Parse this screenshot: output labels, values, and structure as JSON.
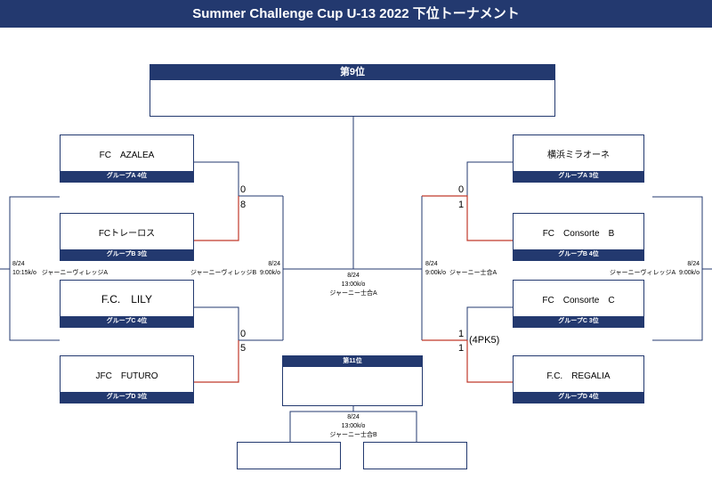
{
  "title": "Summer Challenge Cup U-13 2022 下位トーナメント",
  "ninth_place": {
    "label": "第9位"
  },
  "eleventh_place": {
    "label": "第11位"
  },
  "teams": [
    {
      "name": "FC　AZALEA",
      "group": "グループA 4位"
    },
    {
      "name": "FCトレーロス",
      "group": "グループB 3位"
    },
    {
      "name": "F.C.　LILY",
      "group": "グループC 4位"
    },
    {
      "name": "JFC　FUTURO",
      "group": "グループD 3位"
    },
    {
      "name": "横浜ミラオーネ",
      "group": "グループA 3位"
    },
    {
      "name": "FC　Consorte　B",
      "group": "グループB 4位"
    },
    {
      "name": "FC　Consorte　C",
      "group": "グループC 3位"
    },
    {
      "name": "F.C.　REGALIA",
      "group": "グループD 4位"
    }
  ],
  "scores": {
    "azalea": "0",
    "torelos": "8",
    "lily": "0",
    "futuro": "5",
    "mirao": "0",
    "consorte_b": "1",
    "consorte_c": "1",
    "regalia": "1",
    "pk": "(4PK5)"
  },
  "matches": {
    "far_left": {
      "date": "8/24",
      "time": "10:15k/o",
      "venue": "ジャーニーヴィレッジA"
    },
    "left_semi": {
      "date": "8/24",
      "time": "9:00k/o",
      "venue": "ジャーニーヴィレッジB"
    },
    "center_final": {
      "date": "8/24",
      "time": "13:00k/o",
      "venue": "ジャーニー士合A"
    },
    "right_semi": {
      "date": "8/24",
      "time": "9:00k/o",
      "venue": "ジャーニー士合A"
    },
    "far_right": {
      "date": "8/24",
      "time": "9:00k/o",
      "venue": "ジャーニーヴィレッジA"
    },
    "eleventh": {
      "date": "8/24",
      "time": "13:00k/o",
      "venue": "ジャーニー士合B"
    }
  },
  "colors": {
    "navy": "#23396f",
    "winner_line": "#c0392b"
  }
}
